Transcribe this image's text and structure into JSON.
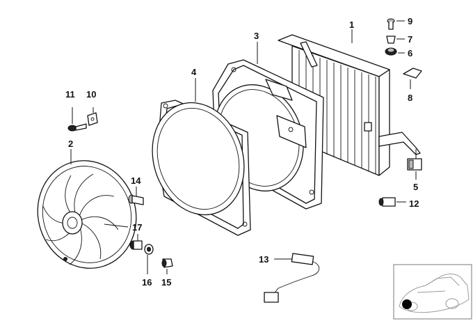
{
  "diagram": {
    "callouts": [
      {
        "id": "c1",
        "label": "1"
      },
      {
        "id": "c2",
        "label": "2"
      },
      {
        "id": "c3",
        "label": "3"
      },
      {
        "id": "c4",
        "label": "4"
      },
      {
        "id": "c5",
        "label": "5"
      },
      {
        "id": "c6",
        "label": "6"
      },
      {
        "id": "c7",
        "label": "7"
      },
      {
        "id": "c8",
        "label": "8"
      },
      {
        "id": "c9",
        "label": "9"
      },
      {
        "id": "c10",
        "label": "10"
      },
      {
        "id": "c11",
        "label": "11"
      },
      {
        "id": "c12",
        "label": "12"
      },
      {
        "id": "c13",
        "label": "13"
      },
      {
        "id": "c14",
        "label": "14"
      },
      {
        "id": "c15",
        "label": "15"
      },
      {
        "id": "c16",
        "label": "16"
      },
      {
        "id": "c17",
        "label": "17"
      }
    ],
    "colors": {
      "line": "#111111",
      "background": "#ffffff",
      "inset_outline": "#9a9a9a"
    },
    "icons": {
      "location_marker": "filled-circle-icon"
    }
  }
}
